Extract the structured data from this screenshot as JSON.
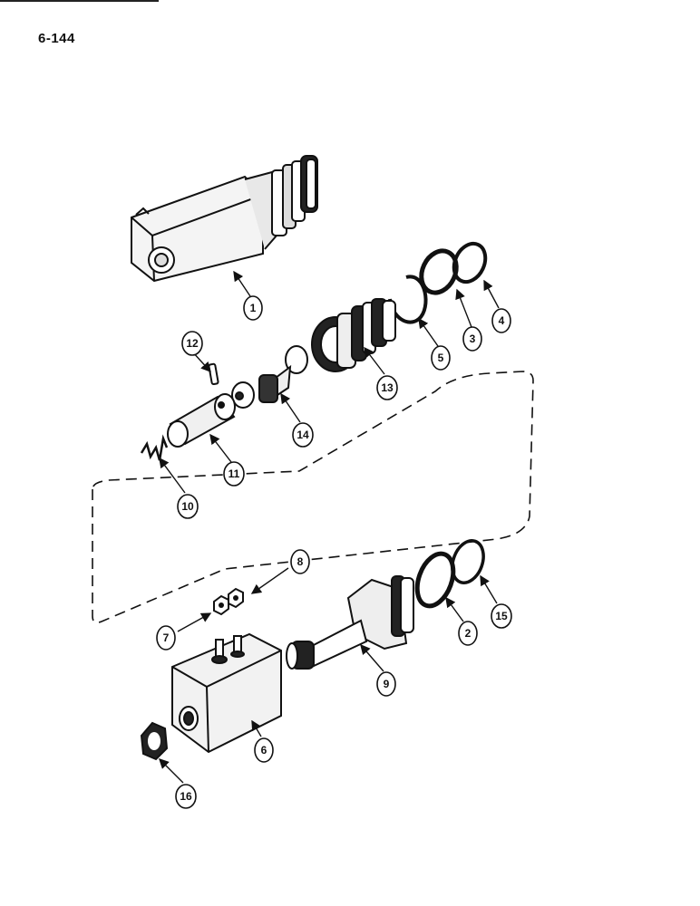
{
  "page": {
    "number": "6-144"
  },
  "callouts": [
    {
      "label": "1"
    },
    {
      "label": "2"
    },
    {
      "label": "3"
    },
    {
      "label": "4"
    },
    {
      "label": "5"
    },
    {
      "label": "6"
    },
    {
      "label": "7"
    },
    {
      "label": "8"
    },
    {
      "label": "9"
    },
    {
      "label": "10"
    },
    {
      "label": "11"
    },
    {
      "label": "12"
    },
    {
      "label": "13"
    },
    {
      "label": "14"
    },
    {
      "label": "15"
    },
    {
      "label": "16"
    }
  ]
}
